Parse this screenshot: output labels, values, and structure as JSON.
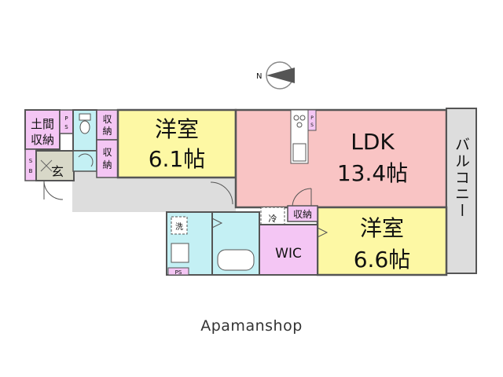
{
  "compass": {
    "label": "N"
  },
  "rooms": {
    "western_room_1": {
      "name": "洋室",
      "size": "6.1帖"
    },
    "western_room_2": {
      "name": "洋室",
      "size": "6.6帖"
    },
    "ldk": {
      "name": "LDK",
      "size": "13.4帖"
    },
    "wic": {
      "name": "WIC"
    },
    "balcony": {
      "name": "バルコニー"
    },
    "entrance": {
      "name": "玄"
    },
    "storage_doma": {
      "line1": "土間",
      "line2": "収納"
    }
  },
  "labels": {
    "closet": "収納",
    "ps": "PS",
    "sb": "SB",
    "washer": "洗",
    "fridge": "冷"
  },
  "colors": {
    "western_room": "#fdf8a4",
    "ldk": "#f9c4c4",
    "wet_area": "#c4f0f4",
    "closet": "#f4c6f4",
    "wall": "#555555",
    "hall": "#dddddd",
    "balcony": "#dddddd",
    "entrance_floor": "#d8d8c8"
  },
  "watermark": "Apamanshop"
}
